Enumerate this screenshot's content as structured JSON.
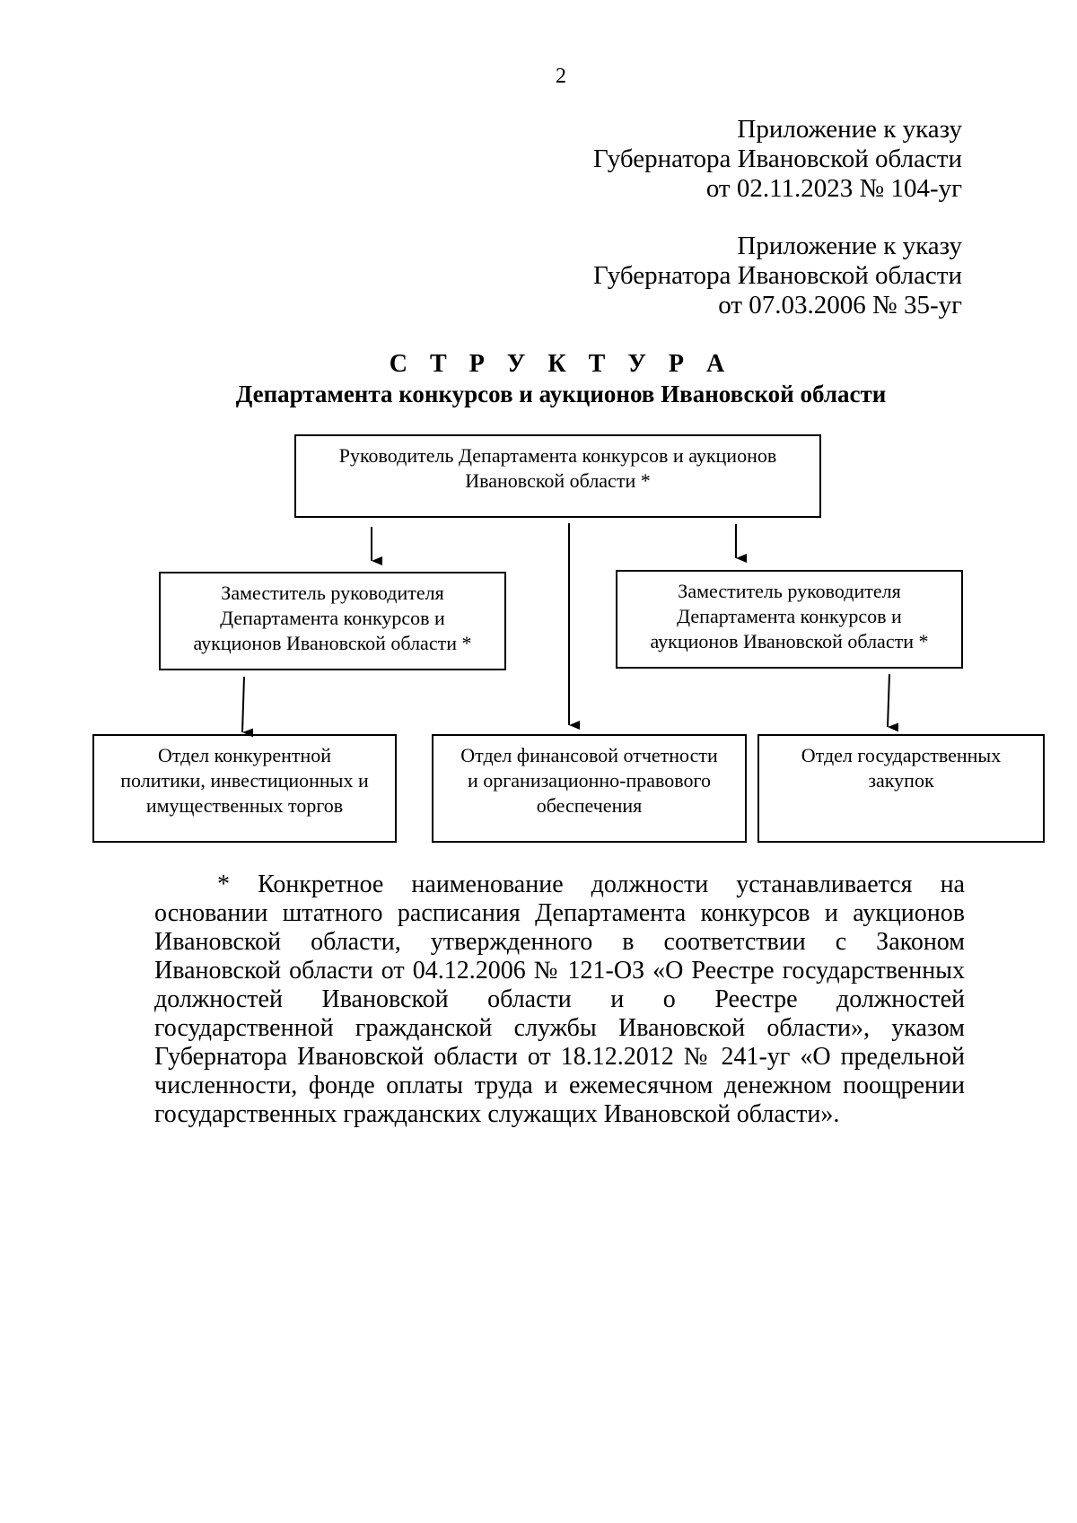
{
  "page_number": "2",
  "appendix_current": {
    "line1": "Приложение к указу",
    "line2": "Губернатора Ивановской области",
    "line3": "от 02.11.2023 № 104-уг"
  },
  "appendix_original": {
    "line1": "Приложение к указу",
    "line2": "Губернатора Ивановской области",
    "line3": "от 07.03.2006 № 35-уг"
  },
  "title": "С Т Р У К Т У Р А",
  "subtitle": "Департамента конкурсов и аукционов Ивановской области",
  "org_chart": {
    "head": {
      "line1": "Руководитель Департамента конкурсов и аукционов",
      "line2": "Ивановской области *"
    },
    "deputy_left": {
      "line1": "Заместитель руководителя",
      "line2": "Департамента конкурсов и",
      "line3": "аукционов Ивановской области *"
    },
    "deputy_right": {
      "line1": "Заместитель руководителя",
      "line2": "Департамента конкурсов и",
      "line3": "аукционов Ивановской области *"
    },
    "dept_competition": {
      "line1": "Отдел конкурентной",
      "line2": "политики, инвестиционных и",
      "line3": "имущественных торгов"
    },
    "dept_finance": {
      "line1": "Отдел финансовой отчетности",
      "line2": "и организационно-правового",
      "line3": "обеспечения"
    },
    "dept_procurement": {
      "line1": "Отдел государственных",
      "line2": "закупок"
    }
  },
  "footnote": {
    "lines": [
      "*  Конкретное  наименование  должности  устанавливается  на",
      "основании штатного расписания Департамента конкурсов и аукционов",
      "Ивановской  области,  утвержденного  в  соответствии  с  Законом",
      "Ивановской области от 04.12.2006 № 121-ОЗ «О Реестре государственных",
      "должностей  Ивановской  области  и  о  Реестре  должностей",
      "государственной гражданской службы Ивановской области», указом",
      "Губернатора Ивановской области от 18.12.2012 № 241-уг «О предельной",
      "численности, фонде оплаты труда и ежемесячном денежном поощрении",
      "государственных гражданских служащих Ивановской области»."
    ]
  }
}
